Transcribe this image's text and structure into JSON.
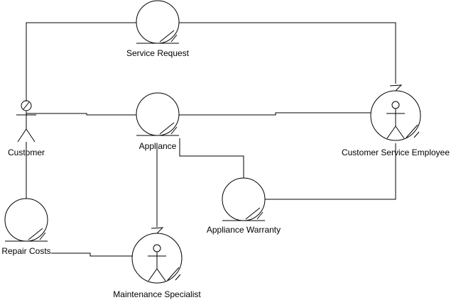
{
  "diagram": {
    "nodes": {
      "service_request": {
        "label": "Service Request",
        "kind": "entity"
      },
      "customer": {
        "label": "Customer",
        "kind": "actor"
      },
      "appliance": {
        "label": "Appliance",
        "kind": "entity"
      },
      "customer_service_employee": {
        "label": "Customer Service Employee",
        "kind": "control-actor"
      },
      "appliance_warranty": {
        "label": "Appliance Warranty",
        "kind": "entity"
      },
      "repair_costs": {
        "label": "Repair Costs",
        "kind": "entity"
      },
      "maintenance_specialist": {
        "label": "Maintenance Specialist",
        "kind": "control-actor"
      }
    },
    "connections": [
      {
        "from": "customer",
        "to": "service_request"
      },
      {
        "from": "service_request",
        "to": "customer_service_employee"
      },
      {
        "from": "customer",
        "to": "appliance"
      },
      {
        "from": "appliance",
        "to": "customer_service_employee"
      },
      {
        "from": "appliance",
        "to": "appliance_warranty"
      },
      {
        "from": "appliance_warranty",
        "to": "customer_service_employee"
      },
      {
        "from": "appliance",
        "to": "maintenance_specialist"
      },
      {
        "from": "customer",
        "to": "repair_costs"
      },
      {
        "from": "repair_costs",
        "to": "maintenance_specialist"
      }
    ],
    "colors": {
      "stroke": "#000000",
      "background": "#ffffff"
    }
  }
}
